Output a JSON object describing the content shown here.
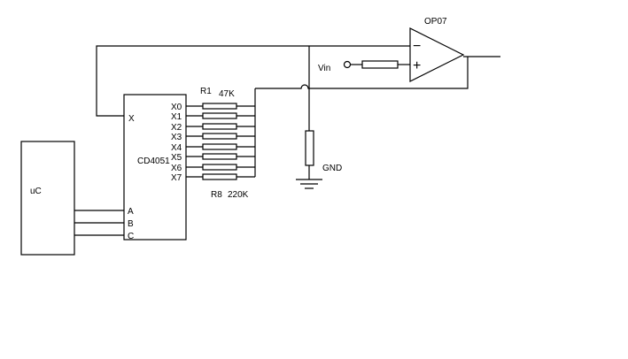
{
  "microcontroller": {
    "label": "uC"
  },
  "mux": {
    "part": "CD4051",
    "common_pin": "X",
    "channel_pins": [
      "X0",
      "X1",
      "X2",
      "X3",
      "X4",
      "X5",
      "X6",
      "X7"
    ],
    "select_pins": [
      "A",
      "B",
      "C"
    ]
  },
  "resistor_bank": {
    "first_name": "R1",
    "first_value": "47K",
    "last_name": "R8",
    "last_value": "220K"
  },
  "opamp": {
    "part": "OP07",
    "minus": "−",
    "plus": "+"
  },
  "input": {
    "label": "Vin"
  },
  "ground": {
    "label": "GND"
  },
  "colors": {
    "ink": "#000000",
    "background": "#ffffff"
  }
}
